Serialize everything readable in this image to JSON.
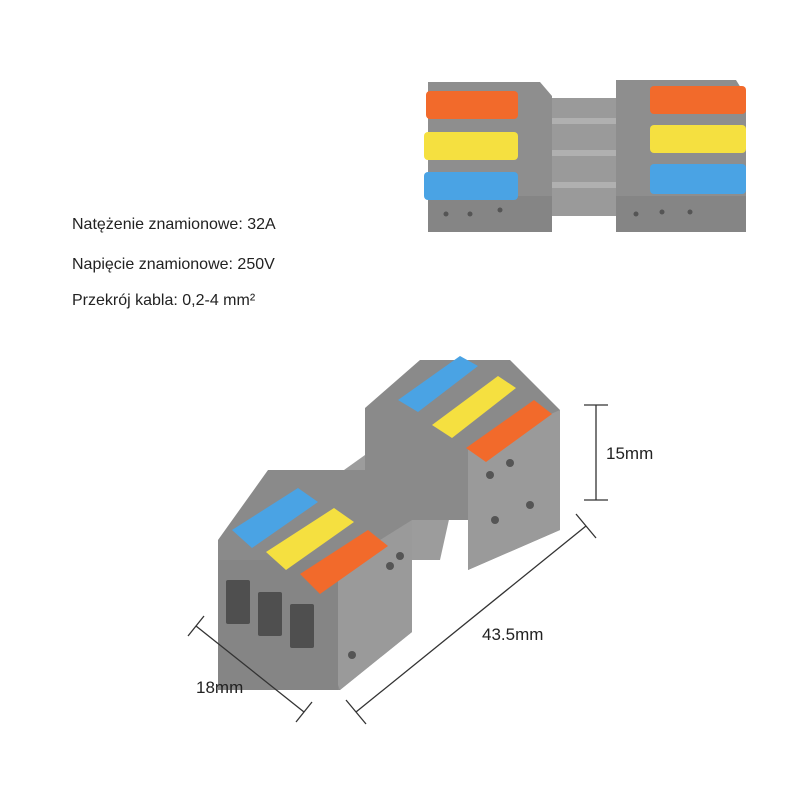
{
  "specs": {
    "current": "Natężenie znamionowe: 32A",
    "voltage": "Napięcie znamionowe: 250V",
    "cross_section": "Przekrój kabla: 0,2-4 mm²"
  },
  "dimensions": {
    "height": "15mm",
    "length": "43.5mm",
    "width": "18mm"
  },
  "colors": {
    "body_gray": "#8d8d8d",
    "lever_orange": "#f26a2b",
    "lever_yellow": "#f5e040",
    "lever_blue": "#4aa3e4"
  }
}
